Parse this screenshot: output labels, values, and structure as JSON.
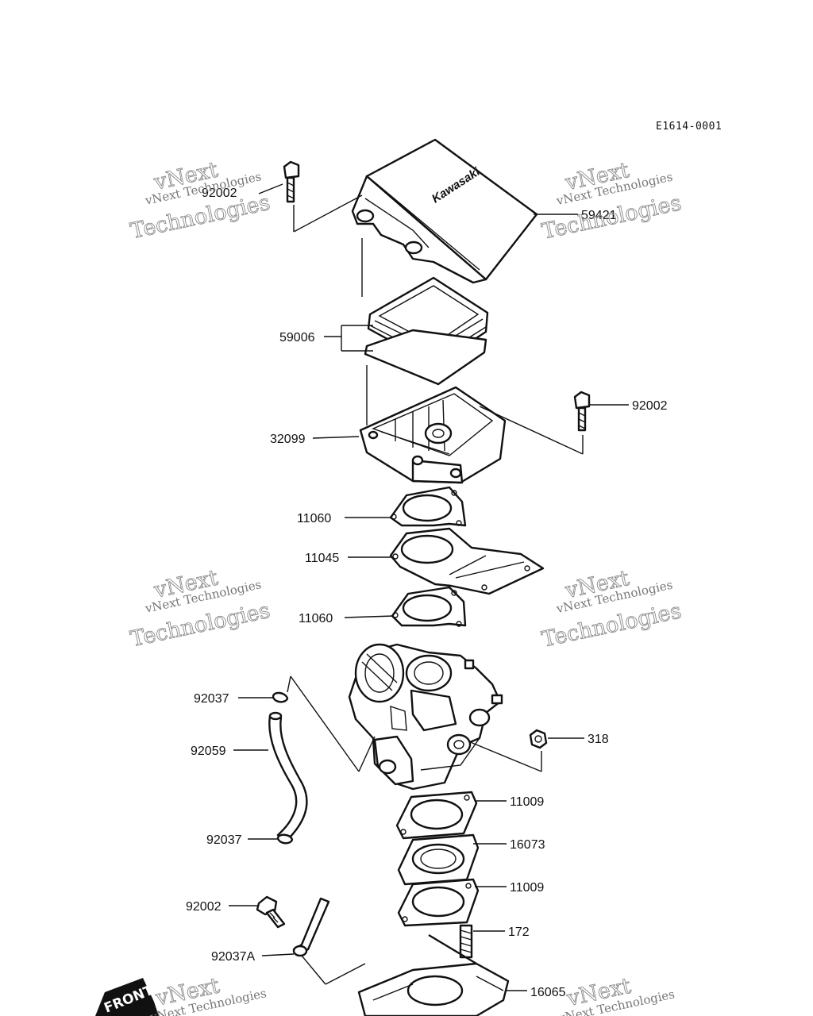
{
  "diagram": {
    "code": "E1614-0001",
    "watermark": {
      "line1": "vNext",
      "line2": "vNext Technologies",
      "line3": "Technologies"
    },
    "logo_text": "Kawasaki",
    "front_label": "FRONT",
    "parts": [
      {
        "id": "92002",
        "label": "92002"
      },
      {
        "id": "59421",
        "label": "59421"
      },
      {
        "id": "59006",
        "label": "59006"
      },
      {
        "id": "92002",
        "label": "92002"
      },
      {
        "id": "32099",
        "label": "32099"
      },
      {
        "id": "11060",
        "label": "11060"
      },
      {
        "id": "11045",
        "label": "11045"
      },
      {
        "id": "11060",
        "label": "11060"
      },
      {
        "id": "92037",
        "label": "92037"
      },
      {
        "id": "318",
        "label": "318"
      },
      {
        "id": "92059",
        "label": "92059"
      },
      {
        "id": "11009",
        "label": "11009"
      },
      {
        "id": "92037",
        "label": "92037"
      },
      {
        "id": "16073",
        "label": "16073"
      },
      {
        "id": "11009",
        "label": "11009"
      },
      {
        "id": "92002",
        "label": "92002"
      },
      {
        "id": "172",
        "label": "172"
      },
      {
        "id": "92037A",
        "label": "92037A"
      },
      {
        "id": "16065",
        "label": "16065"
      }
    ]
  }
}
